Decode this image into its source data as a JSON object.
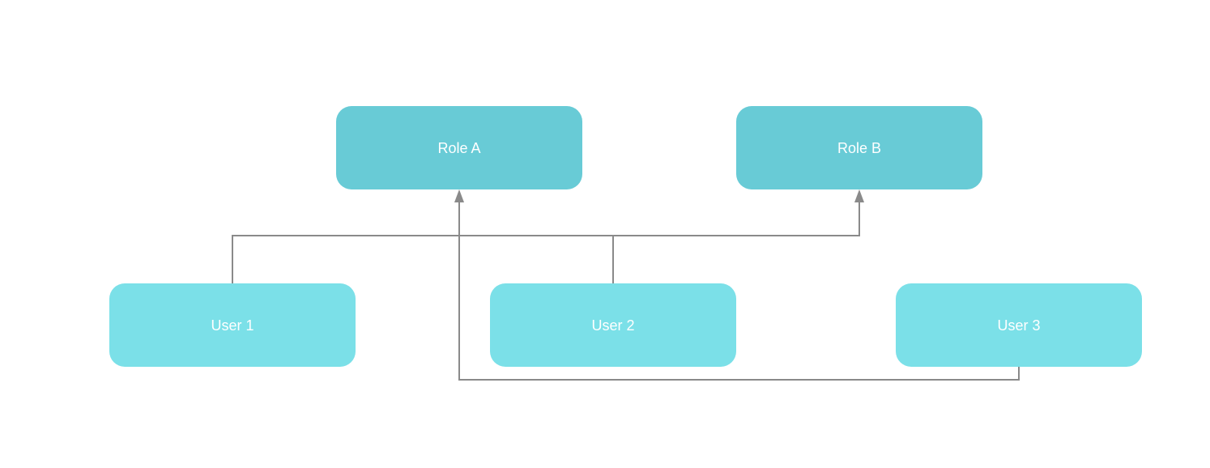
{
  "diagram": {
    "nodes": {
      "role_a": {
        "label": "Role A",
        "type": "role"
      },
      "role_b": {
        "label": "Role B",
        "type": "role"
      },
      "user_1": {
        "label": "User 1",
        "type": "user"
      },
      "user_2": {
        "label": "User 2",
        "type": "user"
      },
      "user_3": {
        "label": "User 3",
        "type": "user"
      }
    },
    "connectors": [
      {
        "joined_sources": [
          "User 1",
          "User 2"
        ],
        "arrow_target": "Role B",
        "style": "orthogonal",
        "description": "User 1 and User 2 rise to a shared horizontal trunk that turns up with an arrowhead into the bottom of Role B"
      },
      {
        "joined_sources": [
          "User 3"
        ],
        "arrow_target": "Role A",
        "style": "orthogonal",
        "description": "User 3 drops from its bottom edge, runs left below the user row, then turns up with an arrowhead into the bottom of Role A"
      }
    ],
    "colors": {
      "role_fill": "#68CBD6",
      "user_fill": "#7BE0E8",
      "connector_stroke": "#8A8A8A",
      "label_text": "#FFFFFF",
      "canvas_background": "#FFFFFF"
    }
  }
}
